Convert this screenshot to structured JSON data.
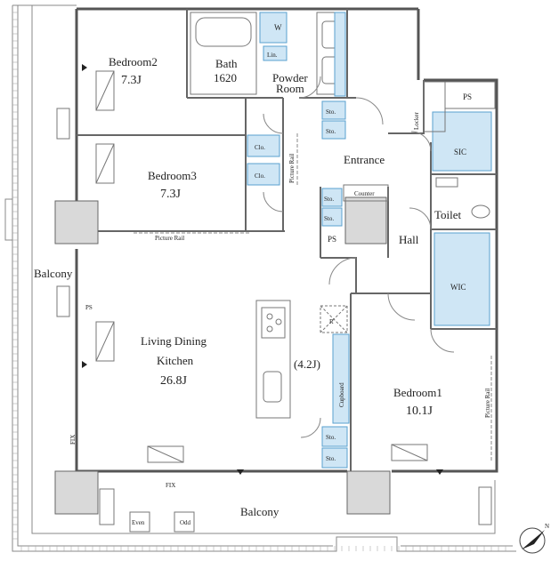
{
  "colors": {
    "wall": "#666666",
    "wall_dark": "#444444",
    "storage_fill": "#cfe6f5",
    "storage_stroke": "#5aa0cf",
    "pillar": "#d9d9d9",
    "balcony": "#999999"
  },
  "rooms": {
    "bedroom2": {
      "name": "Bedroom2",
      "area": "7.3J"
    },
    "bedroom3": {
      "name": "Bedroom3",
      "area": "7.3J"
    },
    "bath": {
      "name": "Bath",
      "size": "1620"
    },
    "powder": {
      "line1": "Powder",
      "line2": "Room"
    },
    "ldk": {
      "line1": "Living Dining",
      "line2": "Kitchen",
      "area": "26.8J"
    },
    "kitchen_area": "(4.2J)",
    "bedroom1": {
      "name": "Bedroom1",
      "area": "10.1J"
    },
    "entrance": "Entrance",
    "hall": "Hall",
    "toilet": "Toilet",
    "sic": "SIC",
    "wic": "WIC",
    "balcony_left": "Balcony",
    "balcony_bottom": "Balcony"
  },
  "labels": {
    "w": "W",
    "lin": "Lin.",
    "clo1": "Clo.",
    "clo2": "Clo.",
    "sto_entrance_1": "Sto.",
    "sto_entrance_2": "Sto.",
    "sto_hall_1": "Sto.",
    "sto_hall_2": "Sto.",
    "sto_ldk_1": "Sto.",
    "sto_ldk_2": "Sto.",
    "counter": "Counter",
    "ps_top": "PS",
    "ps_hall": "PS",
    "ps_left": "PS",
    "locker": "Locker",
    "picture_rail_v1": "Picture Rail",
    "picture_rail_h": "Picture Rail",
    "picture_rail_v2": "Picture Rail",
    "cupboard": "Cupboard",
    "r": "R",
    "fix_left": "FIX",
    "fix_bottom": "FIX",
    "even": "Even",
    "odd": "Odd",
    "compass": "N"
  }
}
